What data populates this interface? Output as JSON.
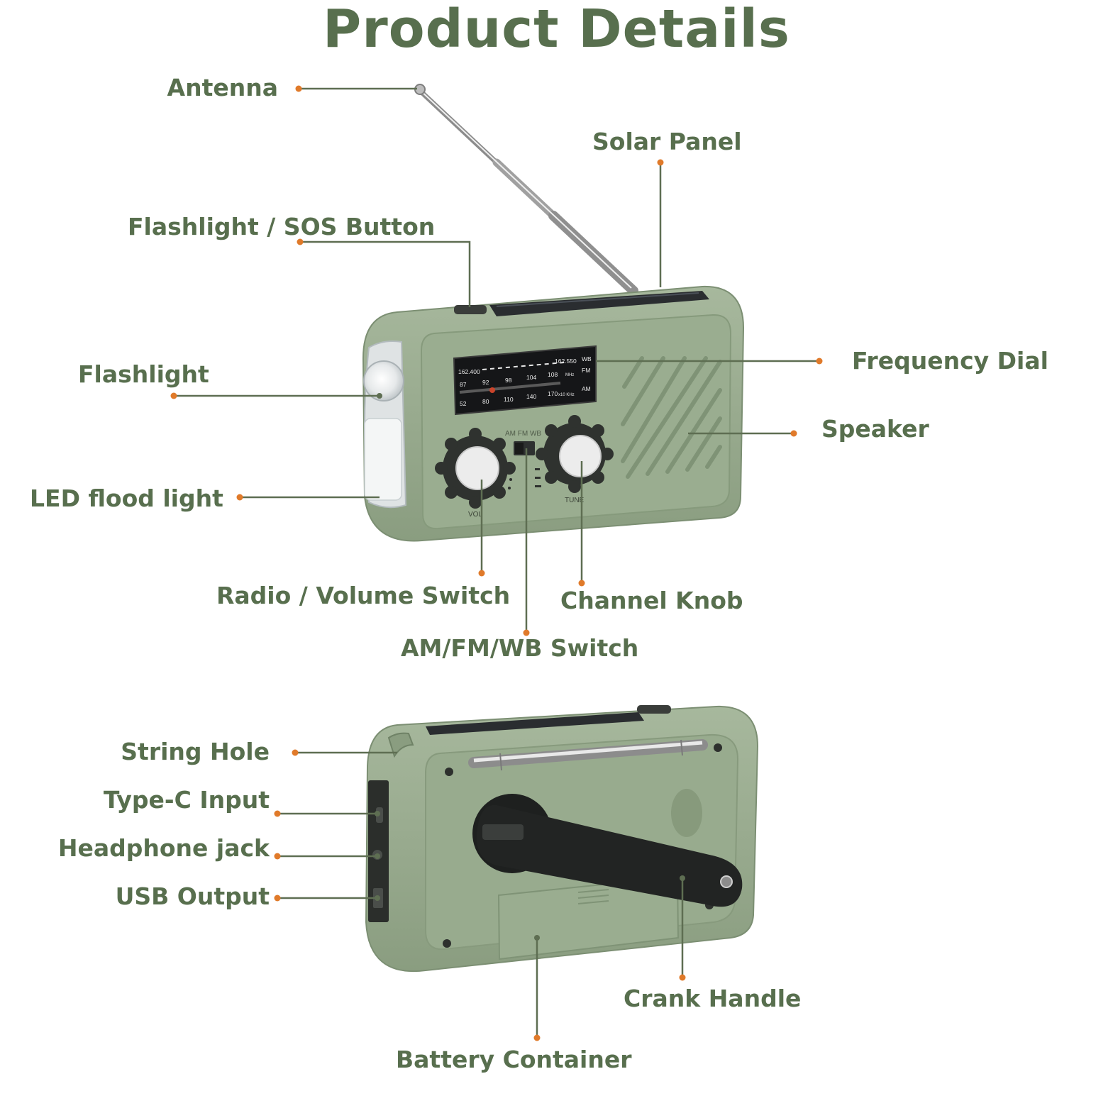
{
  "title": "Product Details",
  "colors": {
    "text_green": "#586f4e",
    "leader_line": "#5e6e52",
    "leader_dot": "#e07a2a",
    "body_green": "#96a98c",
    "knob_dark": "#2f322f"
  },
  "labels": {
    "antenna": "Antenna",
    "solar_panel": "Solar Panel",
    "flashlight_sos_button": "Flashlight / SOS Button",
    "flashlight": "Flashlight",
    "frequency_dial": "Frequency Dial",
    "speaker": "Speaker",
    "led_flood_light": "LED flood light",
    "radio_volume_switch": "Radio / Volume Switch",
    "channel_knob": "Channel Knob",
    "am_fm_wb_switch": "AM/FM/WB Switch",
    "string_hole": "String Hole",
    "type_c_input": "Type-C Input",
    "headphone_jack": "Headphone jack",
    "usb_output": "USB Output",
    "crank_handle": "Crank Handle",
    "battery_container": "Battery Container"
  },
  "radio_markings": {
    "band_wb": "WB",
    "band_fm": "FM",
    "band_am": "AM",
    "wb_low": "162.400",
    "wb_high": "162.550",
    "fm_scale": [
      "87",
      "92",
      "98",
      "104",
      "108"
    ],
    "fm_unit": "MHz",
    "am_scale": [
      "52",
      "80",
      "110",
      "140",
      "170"
    ],
    "am_unit": "x10 KHz",
    "switch_labels": "AM FM WB",
    "knob_left": "VOL",
    "knob_right": "TUNE"
  }
}
